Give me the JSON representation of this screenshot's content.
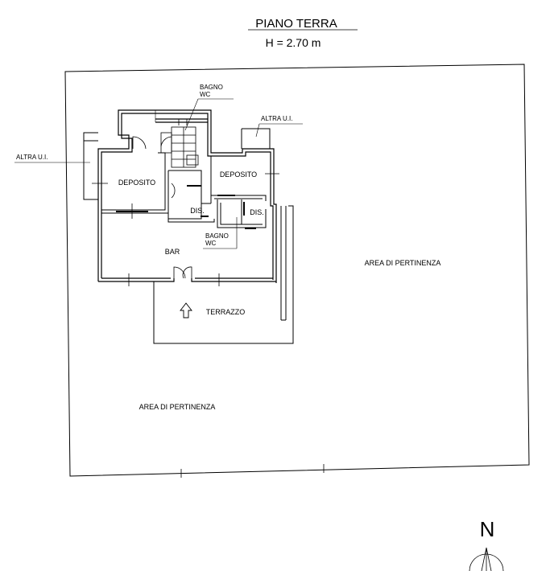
{
  "header": {
    "title": "PIANO TERRA",
    "height_label": "H = 2.70 m"
  },
  "rooms": {
    "deposito_left": "DEPOSITO",
    "deposito_right": "DEPOSITO",
    "dis_left": "DIS.",
    "dis_right": "DIS.",
    "bar": "BAR",
    "terrazzo": "TERRAZZO"
  },
  "callouts": {
    "bagno_top": [
      "BAGNO",
      "WC"
    ],
    "bagno_mid": [
      "BAGNO",
      "WC"
    ],
    "altra_left": "ALTRA U.I.",
    "altra_right": "ALTRA U.I."
  },
  "areas": {
    "pertinenza_right": "AREA DI PERTINENZA",
    "pertinenza_bottom": "AREA DI PERTINENZA"
  },
  "compass": {
    "label": "N"
  }
}
